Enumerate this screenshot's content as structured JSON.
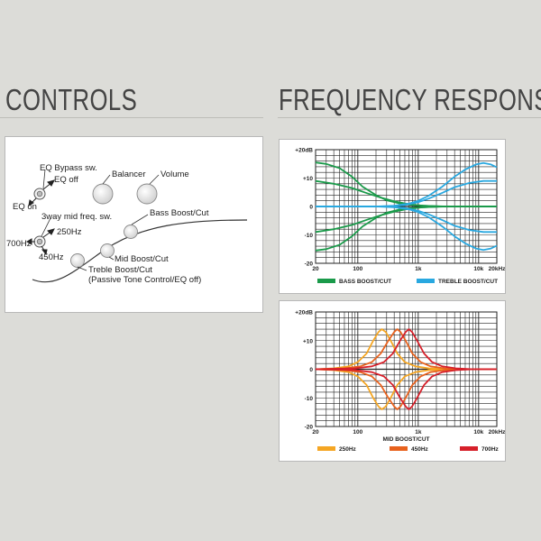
{
  "headings": {
    "controls": "CONTROLS",
    "frequency": "FREQUENCY RESPONSE"
  },
  "controls": {
    "labels": {
      "eq_bypass": "EQ Bypass sw.",
      "eq_off": "EQ off",
      "eq_on": "EQ on",
      "balancer": "Balancer",
      "volume": "Volume",
      "mid_freq": "3way mid freq. sw.",
      "bass": "Bass Boost/Cut",
      "f250": "250Hz",
      "f700": "700Hz",
      "f450": "450Hz",
      "mid": "Mid Boost/Cut",
      "treble": "Treble Boost/Cut",
      "passive": "(Passive Tone Control/EQ off)"
    }
  },
  "chart_data": [
    {
      "type": "line",
      "xscale": "log",
      "xlim": [
        20,
        20000
      ],
      "ylim": [
        -20,
        20
      ],
      "x_ticks": [
        {
          "value": 20,
          "label": "20"
        },
        {
          "value": 100,
          "label": "100"
        },
        {
          "value": 1000,
          "label": "1k"
        },
        {
          "value": 10000,
          "label": "10k"
        },
        {
          "value": 20000,
          "label": "20kHz"
        }
      ],
      "y_ticks": [
        {
          "value": 20,
          "label": "+20dB"
        },
        {
          "value": 10,
          "label": "+10"
        },
        {
          "value": 0,
          "label": "0"
        },
        {
          "value": -10,
          "label": "-10"
        },
        {
          "value": -20,
          "label": "-20"
        }
      ],
      "xlabel": "",
      "grid": true,
      "legend": [
        {
          "name": "BASS BOOST/CUT",
          "color": "#1a9a4a"
        },
        {
          "name": "TREBLE BOOST/CUT",
          "color": "#29a8e0"
        }
      ],
      "series": [
        {
          "color": "#1a9a4a",
          "points": [
            [
              20,
              15.5
            ],
            [
              30,
              15
            ],
            [
              50,
              13.5
            ],
            [
              80,
              10.5
            ],
            [
              120,
              7
            ],
            [
              200,
              4
            ],
            [
              300,
              2.2
            ],
            [
              500,
              1
            ],
            [
              800,
              0.5
            ],
            [
              1500,
              0.2
            ],
            [
              3000,
              0
            ],
            [
              20000,
              0
            ]
          ]
        },
        {
          "color": "#1a9a4a",
          "points": [
            [
              20,
              9
            ],
            [
              40,
              8
            ],
            [
              80,
              6.5
            ],
            [
              150,
              4.5
            ],
            [
              250,
              3
            ],
            [
              400,
              1.8
            ],
            [
              700,
              0.8
            ],
            [
              1200,
              0.3
            ],
            [
              2500,
              0
            ],
            [
              20000,
              0
            ]
          ]
        },
        {
          "color": "#1a9a4a",
          "points": [
            [
              20,
              -9
            ],
            [
              40,
              -8
            ],
            [
              80,
              -6.5
            ],
            [
              150,
              -4.5
            ],
            [
              250,
              -3
            ],
            [
              400,
              -1.8
            ],
            [
              700,
              -0.8
            ],
            [
              1200,
              -0.3
            ],
            [
              2500,
              0
            ],
            [
              20000,
              0
            ]
          ]
        },
        {
          "color": "#1a9a4a",
          "points": [
            [
              20,
              -15.5
            ],
            [
              30,
              -15
            ],
            [
              50,
              -13.5
            ],
            [
              80,
              -10.5
            ],
            [
              120,
              -7
            ],
            [
              200,
              -4
            ],
            [
              300,
              -2.2
            ],
            [
              500,
              -1
            ],
            [
              800,
              -0.5
            ],
            [
              1500,
              -0.2
            ],
            [
              3000,
              0
            ],
            [
              20000,
              0
            ]
          ]
        },
        {
          "color": "#29a8e0",
          "points": [
            [
              20,
              0
            ],
            [
              200,
              0
            ],
            [
              400,
              0.3
            ],
            [
              700,
              1
            ],
            [
              1000,
              2
            ],
            [
              1500,
              3.8
            ],
            [
              2500,
              7
            ],
            [
              4000,
              10.5
            ],
            [
              6000,
              13
            ],
            [
              9000,
              14.8
            ],
            [
              12000,
              15.3
            ],
            [
              16000,
              14.8
            ],
            [
              20000,
              13.8
            ]
          ]
        },
        {
          "color": "#29a8e0",
          "points": [
            [
              20,
              0
            ],
            [
              300,
              0
            ],
            [
              600,
              0.5
            ],
            [
              1000,
              1.5
            ],
            [
              1500,
              2.8
            ],
            [
              2500,
              4.8
            ],
            [
              4000,
              6.8
            ],
            [
              7000,
              8.3
            ],
            [
              12000,
              9
            ],
            [
              20000,
              9
            ]
          ]
        },
        {
          "color": "#29a8e0",
          "points": [
            [
              20,
              0
            ],
            [
              300,
              0
            ],
            [
              600,
              -0.5
            ],
            [
              1000,
              -1.5
            ],
            [
              1500,
              -2.8
            ],
            [
              2500,
              -4.8
            ],
            [
              4000,
              -6.8
            ],
            [
              7000,
              -8.3
            ],
            [
              12000,
              -9
            ],
            [
              20000,
              -9
            ]
          ]
        },
        {
          "color": "#29a8e0",
          "points": [
            [
              20,
              0
            ],
            [
              200,
              0
            ],
            [
              400,
              -0.3
            ],
            [
              700,
              -1
            ],
            [
              1000,
              -2
            ],
            [
              1500,
              -3.8
            ],
            [
              2500,
              -7
            ],
            [
              4000,
              -10.5
            ],
            [
              6000,
              -13
            ],
            [
              9000,
              -14.8
            ],
            [
              12000,
              -15.3
            ],
            [
              16000,
              -14.8
            ],
            [
              20000,
              -13.8
            ]
          ]
        }
      ]
    },
    {
      "type": "line",
      "xscale": "log",
      "xlim": [
        20,
        20000
      ],
      "ylim": [
        -20,
        20
      ],
      "x_ticks": [
        {
          "value": 20,
          "label": "20"
        },
        {
          "value": 100,
          "label": "100"
        },
        {
          "value": 1000,
          "label": "1k"
        },
        {
          "value": 10000,
          "label": "10k"
        },
        {
          "value": 20000,
          "label": "20kHz"
        }
      ],
      "y_ticks": [
        {
          "value": 20,
          "label": "+20dB"
        },
        {
          "value": 10,
          "label": "+10"
        },
        {
          "value": 0,
          "label": "0"
        },
        {
          "value": -10,
          "label": "-10"
        },
        {
          "value": -20,
          "label": "-20"
        }
      ],
      "xlabel": "MID BOOST/CUT",
      "grid": true,
      "legend": [
        {
          "name": "250Hz",
          "color": "#f5a623"
        },
        {
          "name": "450Hz",
          "color": "#e8621e"
        },
        {
          "name": "700Hz",
          "color": "#d6202a"
        }
      ],
      "series": [
        {
          "color": "#f5a623",
          "points": [
            [
              20,
              0
            ],
            [
              40,
              0.3
            ],
            [
              70,
              1
            ],
            [
              100,
              2.5
            ],
            [
              140,
              5.5
            ],
            [
              180,
              10
            ],
            [
              220,
              13
            ],
            [
              250,
              14
            ],
            [
              290,
              13
            ],
            [
              350,
              10
            ],
            [
              450,
              5.5
            ],
            [
              600,
              2.5
            ],
            [
              900,
              1
            ],
            [
              1500,
              0.3
            ],
            [
              3000,
              0
            ],
            [
              20000,
              0
            ]
          ]
        },
        {
          "color": "#f5a623",
          "points": [
            [
              20,
              0
            ],
            [
              40,
              -0.3
            ],
            [
              70,
              -1
            ],
            [
              100,
              -2.5
            ],
            [
              140,
              -5.5
            ],
            [
              180,
              -10
            ],
            [
              220,
              -13
            ],
            [
              250,
              -14
            ],
            [
              290,
              -13
            ],
            [
              350,
              -10
            ],
            [
              450,
              -5.5
            ],
            [
              600,
              -2.5
            ],
            [
              900,
              -1
            ],
            [
              1500,
              -0.3
            ],
            [
              3000,
              0
            ],
            [
              20000,
              0
            ]
          ]
        },
        {
          "color": "#e8621e",
          "points": [
            [
              20,
              0
            ],
            [
              60,
              0.3
            ],
            [
              110,
              1
            ],
            [
              170,
              2.5
            ],
            [
              240,
              5.5
            ],
            [
              320,
              10
            ],
            [
              400,
              13
            ],
            [
              450,
              14
            ],
            [
              510,
              13
            ],
            [
              620,
              10
            ],
            [
              800,
              5.5
            ],
            [
              1100,
              2.5
            ],
            [
              1600,
              1
            ],
            [
              2700,
              0.3
            ],
            [
              5000,
              0
            ],
            [
              20000,
              0
            ]
          ]
        },
        {
          "color": "#e8621e",
          "points": [
            [
              20,
              0
            ],
            [
              60,
              -0.3
            ],
            [
              110,
              -1
            ],
            [
              170,
              -2.5
            ],
            [
              240,
              -5.5
            ],
            [
              320,
              -10
            ],
            [
              400,
              -13
            ],
            [
              450,
              -14
            ],
            [
              510,
              -13
            ],
            [
              620,
              -10
            ],
            [
              800,
              -5.5
            ],
            [
              1100,
              -2.5
            ],
            [
              1600,
              -1
            ],
            [
              2700,
              -0.3
            ],
            [
              5000,
              0
            ],
            [
              20000,
              0
            ]
          ]
        },
        {
          "color": "#d6202a",
          "points": [
            [
              20,
              0
            ],
            [
              90,
              0.3
            ],
            [
              170,
              1
            ],
            [
              270,
              2.5
            ],
            [
              380,
              5.5
            ],
            [
              500,
              10
            ],
            [
              620,
              13
            ],
            [
              700,
              14
            ],
            [
              790,
              13
            ],
            [
              960,
              10
            ],
            [
              1250,
              5.5
            ],
            [
              1700,
              2.5
            ],
            [
              2500,
              1
            ],
            [
              4200,
              0.3
            ],
            [
              8000,
              0
            ],
            [
              20000,
              0
            ]
          ]
        },
        {
          "color": "#d6202a",
          "points": [
            [
              20,
              0
            ],
            [
              90,
              -0.3
            ],
            [
              170,
              -1
            ],
            [
              270,
              -2.5
            ],
            [
              380,
              -5.5
            ],
            [
              500,
              -10
            ],
            [
              620,
              -13
            ],
            [
              700,
              -14
            ],
            [
              790,
              -13
            ],
            [
              960,
              -10
            ],
            [
              1250,
              -5.5
            ],
            [
              1700,
              -2.5
            ],
            [
              2500,
              -1
            ],
            [
              4200,
              -0.3
            ],
            [
              8000,
              0
            ],
            [
              20000,
              0
            ]
          ]
        }
      ]
    }
  ]
}
